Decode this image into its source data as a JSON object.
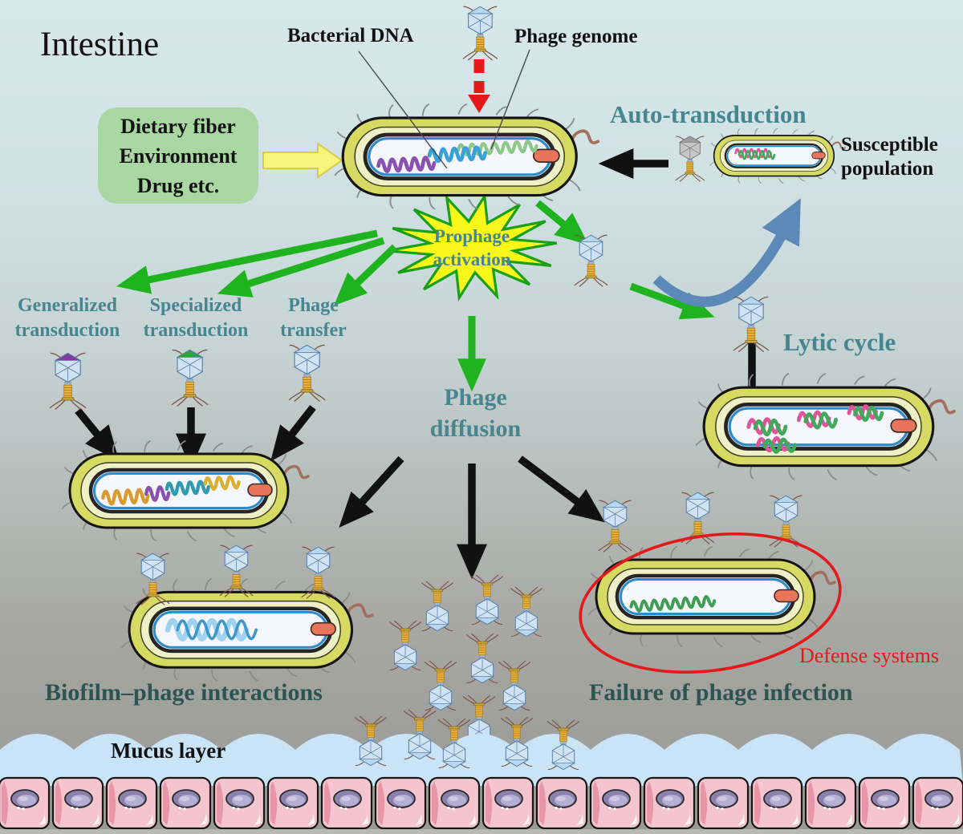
{
  "title": "Intestine",
  "labels": {
    "intestine": "Intestine",
    "bacterial_dna": "Bacterial DNA",
    "phage_genome": "Phage genome",
    "factors": "Dietary fiber\nEnvironment\nDrug etc.",
    "auto_transduction": "Auto-transduction",
    "susceptible_population": "Susceptible\npopulation",
    "prophage_activation": "Prophage\nactivation",
    "generalized_transduction": "Generalized\ntransduction",
    "specialized_transduction": "Specialized\ntransduction",
    "phage_transfer": "Phage\ntransfer",
    "phage_diffusion": "Phage\ndiffusion",
    "lytic_cycle": "Lytic cycle",
    "biofilm_phage_interactions": "Biofilm–phage interactions",
    "failure_of_phage_infection": "Failure of phage infection",
    "defense_systems": "Defense systems",
    "mucus_layer": "Mucus layer"
  },
  "colors": {
    "label_teal": "#47858f",
    "heading_dark_teal": "#2d5450",
    "alert_red": "#e41a1a",
    "arrow_green": "#1fb41f",
    "arrow_black": "#111111",
    "arrow_yellow_fill": "#f8f57e",
    "arrow_blue": "#5d89b8",
    "starburst_yellow": "#f8f719",
    "starburst_outline_green": "#18a018",
    "factors_box_green": "#a8d7a2",
    "bacterium_envelope": "#d6da62",
    "bacterium_inner": "#eef1c6",
    "bacterium_membrane_blue": "#2e8bc9",
    "mucus_blue": "#c9e4f6",
    "cell_pink": "#f5c5cf",
    "cell_nucleus": "#8b81ad"
  },
  "icons": {
    "phage": "phage-icon",
    "phage_purple_cap": "phage-purple-icon",
    "phage_green_cap": "phage-green-icon",
    "phage_gray": "phage-gray-icon",
    "bacterium": "bacterium-icon",
    "epithelial_cell": "epithelial-cell-icon",
    "starburst": "prophage-activation-burst",
    "defense_ellipse": "defense-systems-ellipse"
  }
}
